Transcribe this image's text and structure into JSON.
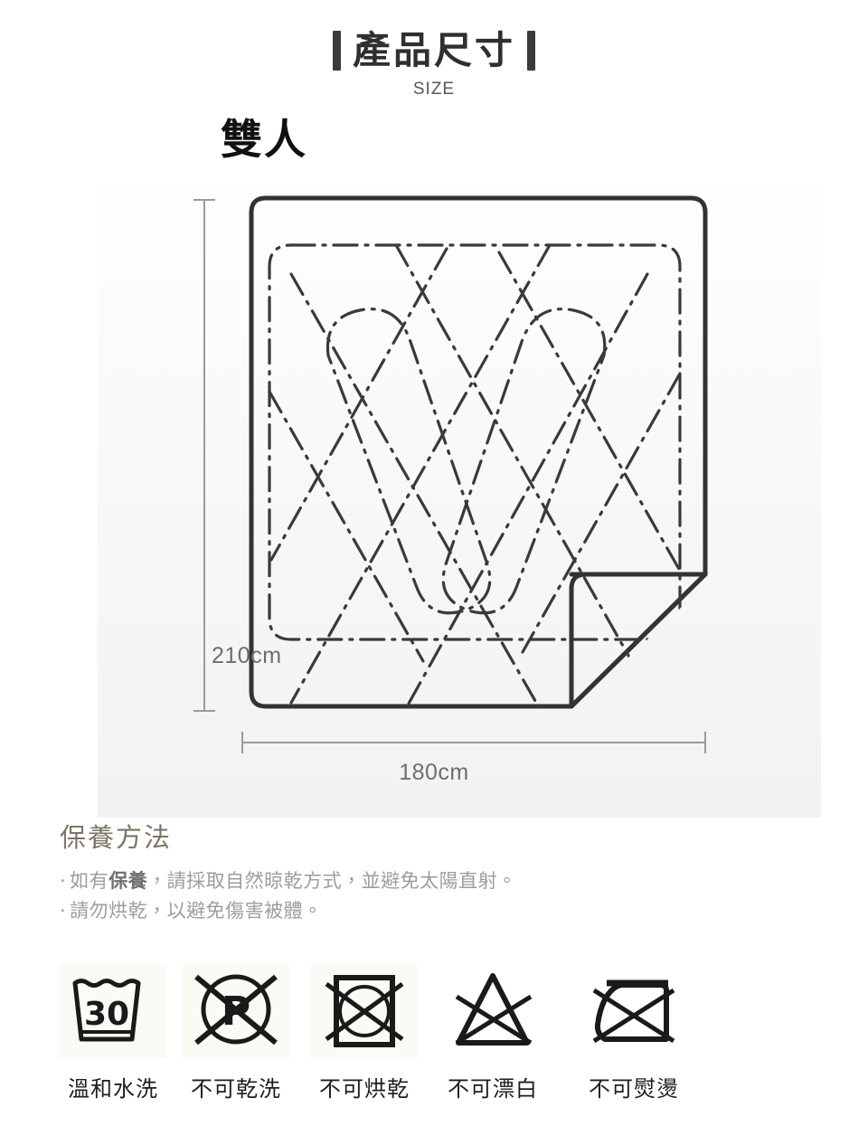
{
  "header": {
    "title": "產品尺寸",
    "subtitle": "SIZE",
    "left_bar": "bar-mark-left",
    "right_bar": "bar-mark-right"
  },
  "size_label": "雙人",
  "diagram": {
    "height_label": "210cm",
    "width_label": "180cm",
    "height_value": 210,
    "width_value": 180,
    "unit": "cm",
    "item": "quilted-comforter",
    "outline_style": "solid-rounded",
    "stitch_style": "dash-dot",
    "folded_corner": "bottom-right",
    "panel_background": "#f6f6f6",
    "line_color": "#333333"
  },
  "care": {
    "heading": "保養方法",
    "heading_color": "#7d7467",
    "notes": [
      {
        "bullet": "·",
        "pre": "如有",
        "strong": "保養",
        "post": "，請採取自然晾乾方式，並避免太陽直射。"
      },
      {
        "bullet": "·",
        "pre": "請勿烘乾，以避免傷害被體。",
        "strong": "",
        "post": ""
      }
    ],
    "symbols": [
      {
        "icon": "wash-30-icon",
        "caption": "溫和水洗",
        "temperature": "30",
        "crossed": false
      },
      {
        "icon": "no-dryclean-icon",
        "caption": "不可乾洗",
        "temperature": "",
        "crossed": true
      },
      {
        "icon": "no-tumble-dry-icon",
        "caption": "不可烘乾",
        "temperature": "",
        "crossed": true
      },
      {
        "icon": "no-bleach-icon",
        "caption": "不可漂白",
        "temperature": "",
        "crossed": true
      },
      {
        "icon": "no-iron-icon",
        "caption": "不可熨燙",
        "temperature": "",
        "crossed": true
      }
    ]
  }
}
